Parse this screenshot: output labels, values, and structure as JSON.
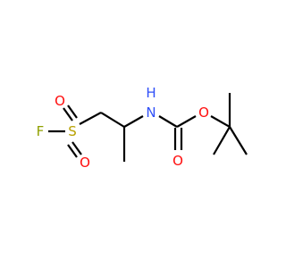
{
  "molecule": {
    "atom_labels": {
      "fluorine": "F",
      "sulfur": "S",
      "oxygen_s_upper": "O",
      "oxygen_s_lower": "O",
      "nitrogen": "N",
      "hydrogen_on_n": "H",
      "oxygen_carbonyl": "O",
      "oxygen_ester": "O"
    },
    "colors": {
      "bond": "#000000",
      "oxygen": "#ff0d0d",
      "nitrogen": "#3050f8",
      "sulfur": "#b8a000",
      "fluorine": "#90a000"
    }
  }
}
